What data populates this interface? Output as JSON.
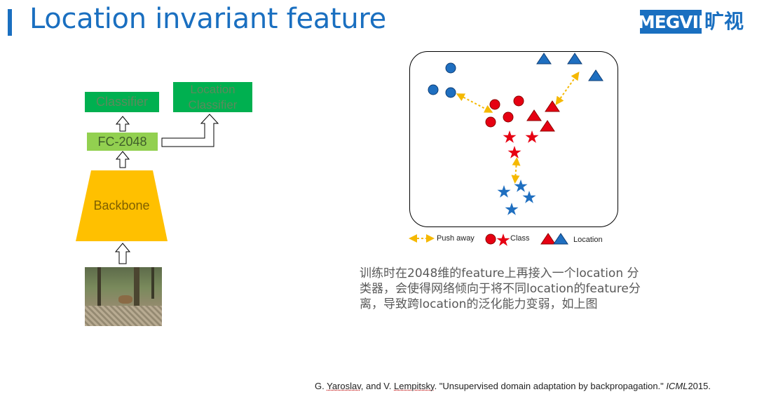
{
  "slide": {
    "title": "Location invariant feature",
    "logo_mark": "MEGVII",
    "logo_cn": "旷视"
  },
  "network": {
    "classifier_label": "Classifier",
    "location_classifier_line1": "Location",
    "location_classifier_line2": "Classifier",
    "fc_label": "FC-2048",
    "backbone_label": "Backbone"
  },
  "legend": {
    "push_away": "Push away",
    "class": "Class",
    "location": "Location"
  },
  "description": {
    "line1": "训练时在2048维的feature上再接入一个location 分",
    "line2": "类器，会使得网络倾向于将不同location的feature分",
    "line3": "离，导致跨location的泛化能力变弱，如上图"
  },
  "citation": {
    "prefix": "G. ",
    "author1": "Yaroslav",
    "mid": ", and V. ",
    "author2": "Lempitsky",
    "title_part": ". \"Unsupervised domain adaptation by backpropagation.\" ",
    "venue": "ICML",
    "year": "2015."
  },
  "colors": {
    "accent": "#1a6fc0",
    "classifier_green": "#00b050",
    "fc_green": "#92d050",
    "backbone_orange": "#ffc000",
    "red": "#e60012",
    "blue": "#1f6fc0",
    "arrow_gold": "#f5b800"
  }
}
